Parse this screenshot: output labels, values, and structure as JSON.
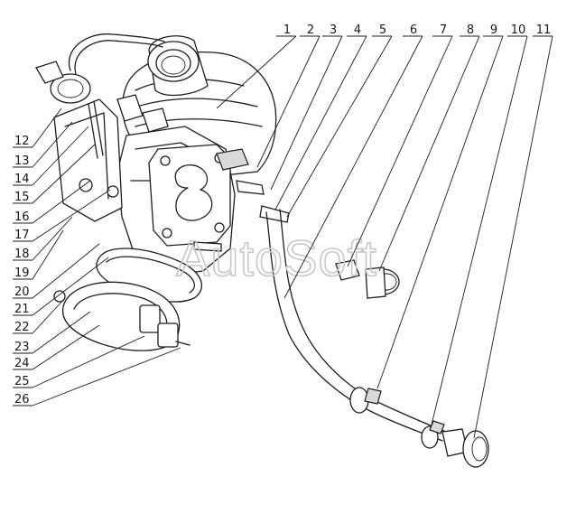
{
  "watermark": "AutoSoft",
  "callouts_top": [
    "1",
    "2",
    "3",
    "4",
    "5",
    "6",
    "7",
    "8",
    "9",
    "10",
    "11"
  ],
  "callouts_left": [
    "12",
    "13",
    "14",
    "15",
    "16",
    "17",
    "18",
    "19",
    "20",
    "21",
    "22",
    "23",
    "24",
    "25",
    "26"
  ]
}
